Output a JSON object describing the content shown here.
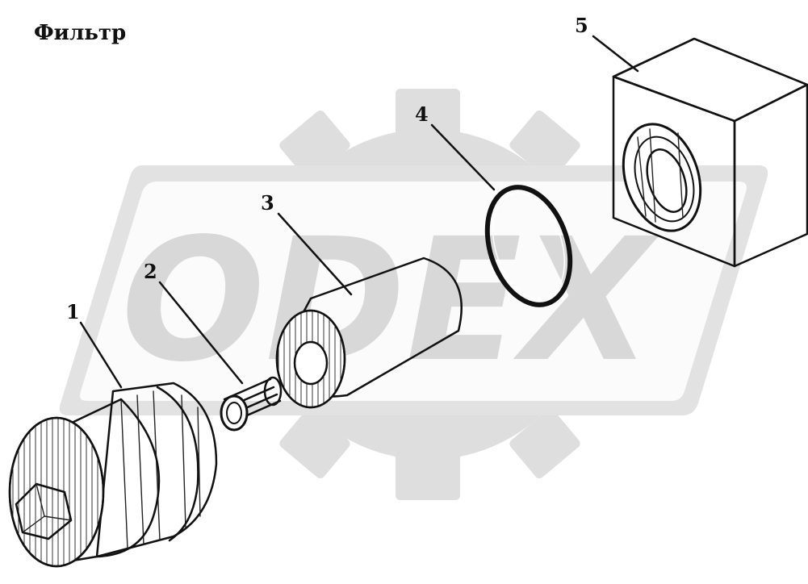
{
  "title": "Фильтр",
  "watermark": {
    "text": "ODEX",
    "color": "#dcdcdc"
  },
  "callouts": [
    {
      "number": "1",
      "part": "filter-housing-cap"
    },
    {
      "number": "2",
      "part": "spring"
    },
    {
      "number": "3",
      "part": "mesh-filter-element"
    },
    {
      "number": "4",
      "part": "o-ring"
    },
    {
      "number": "5",
      "part": "filter-body-block"
    }
  ],
  "colors": {
    "ink": "#111111",
    "paper": "#ffffff",
    "watermark": "#dcdcdc"
  }
}
